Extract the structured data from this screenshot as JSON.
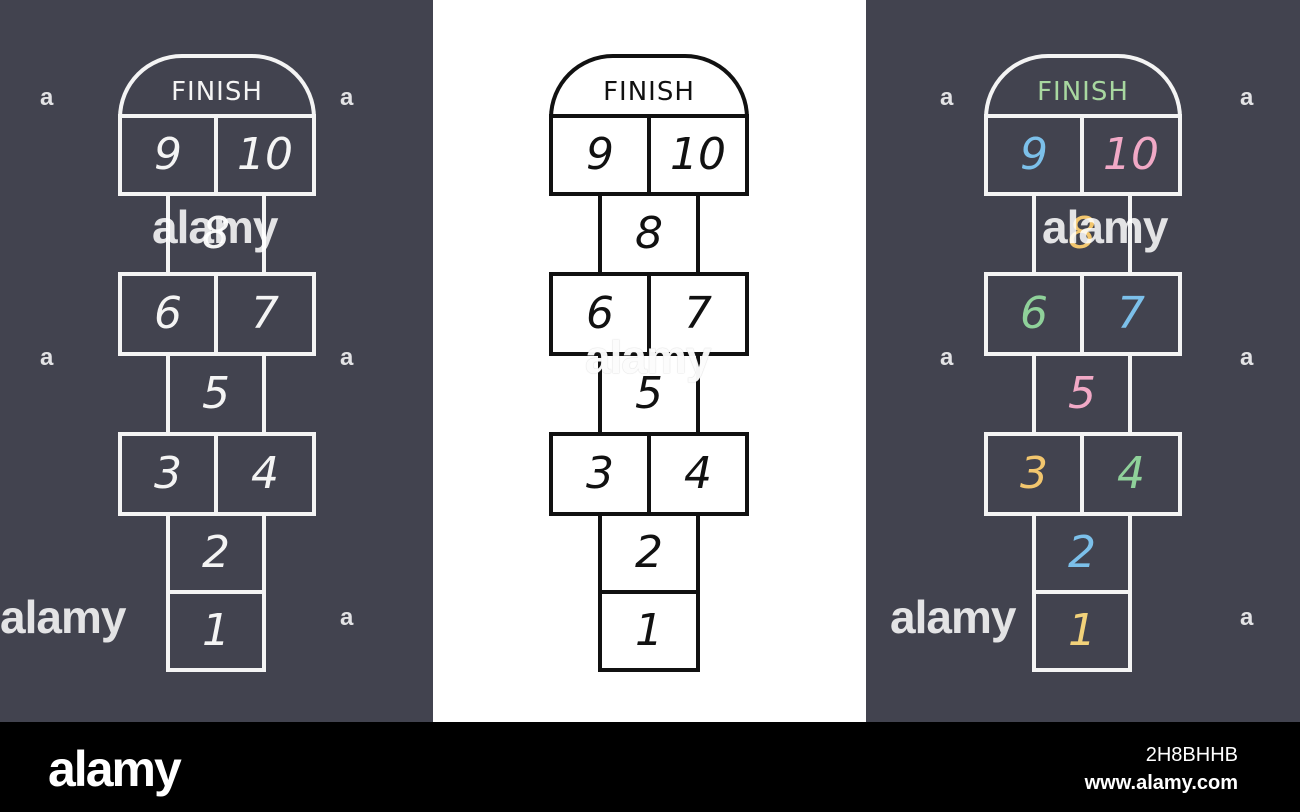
{
  "finish_label": "FINISH",
  "cells": {
    "c1": "1",
    "c2": "2",
    "c3": "3",
    "c4": "4",
    "c5": "5",
    "c6": "6",
    "c7": "7",
    "c8": "8",
    "c9": "9",
    "c10": "10"
  },
  "colors": {
    "dark_bg": "#42434f",
    "light_bg": "#ffffff",
    "chalk_white": "#f4f4f4",
    "ink_black": "#111111",
    "finish": "#a8d8a0",
    "n1": "#f2d27a",
    "n2": "#7cc0ea",
    "n3": "#f2c66e",
    "n4": "#8fd19a",
    "n5": "#f1a9c6",
    "n6": "#8fd19a",
    "n7": "#7cc0ea",
    "n8": "#f2c66e",
    "n9": "#7cc0ea",
    "n10": "#f1a9c6"
  },
  "watermark": {
    "brand": "alamy",
    "small_mark": "a"
  },
  "footer": {
    "logo": "alamy",
    "image_id": "2H8BHHB",
    "url": "www.alamy.com"
  }
}
